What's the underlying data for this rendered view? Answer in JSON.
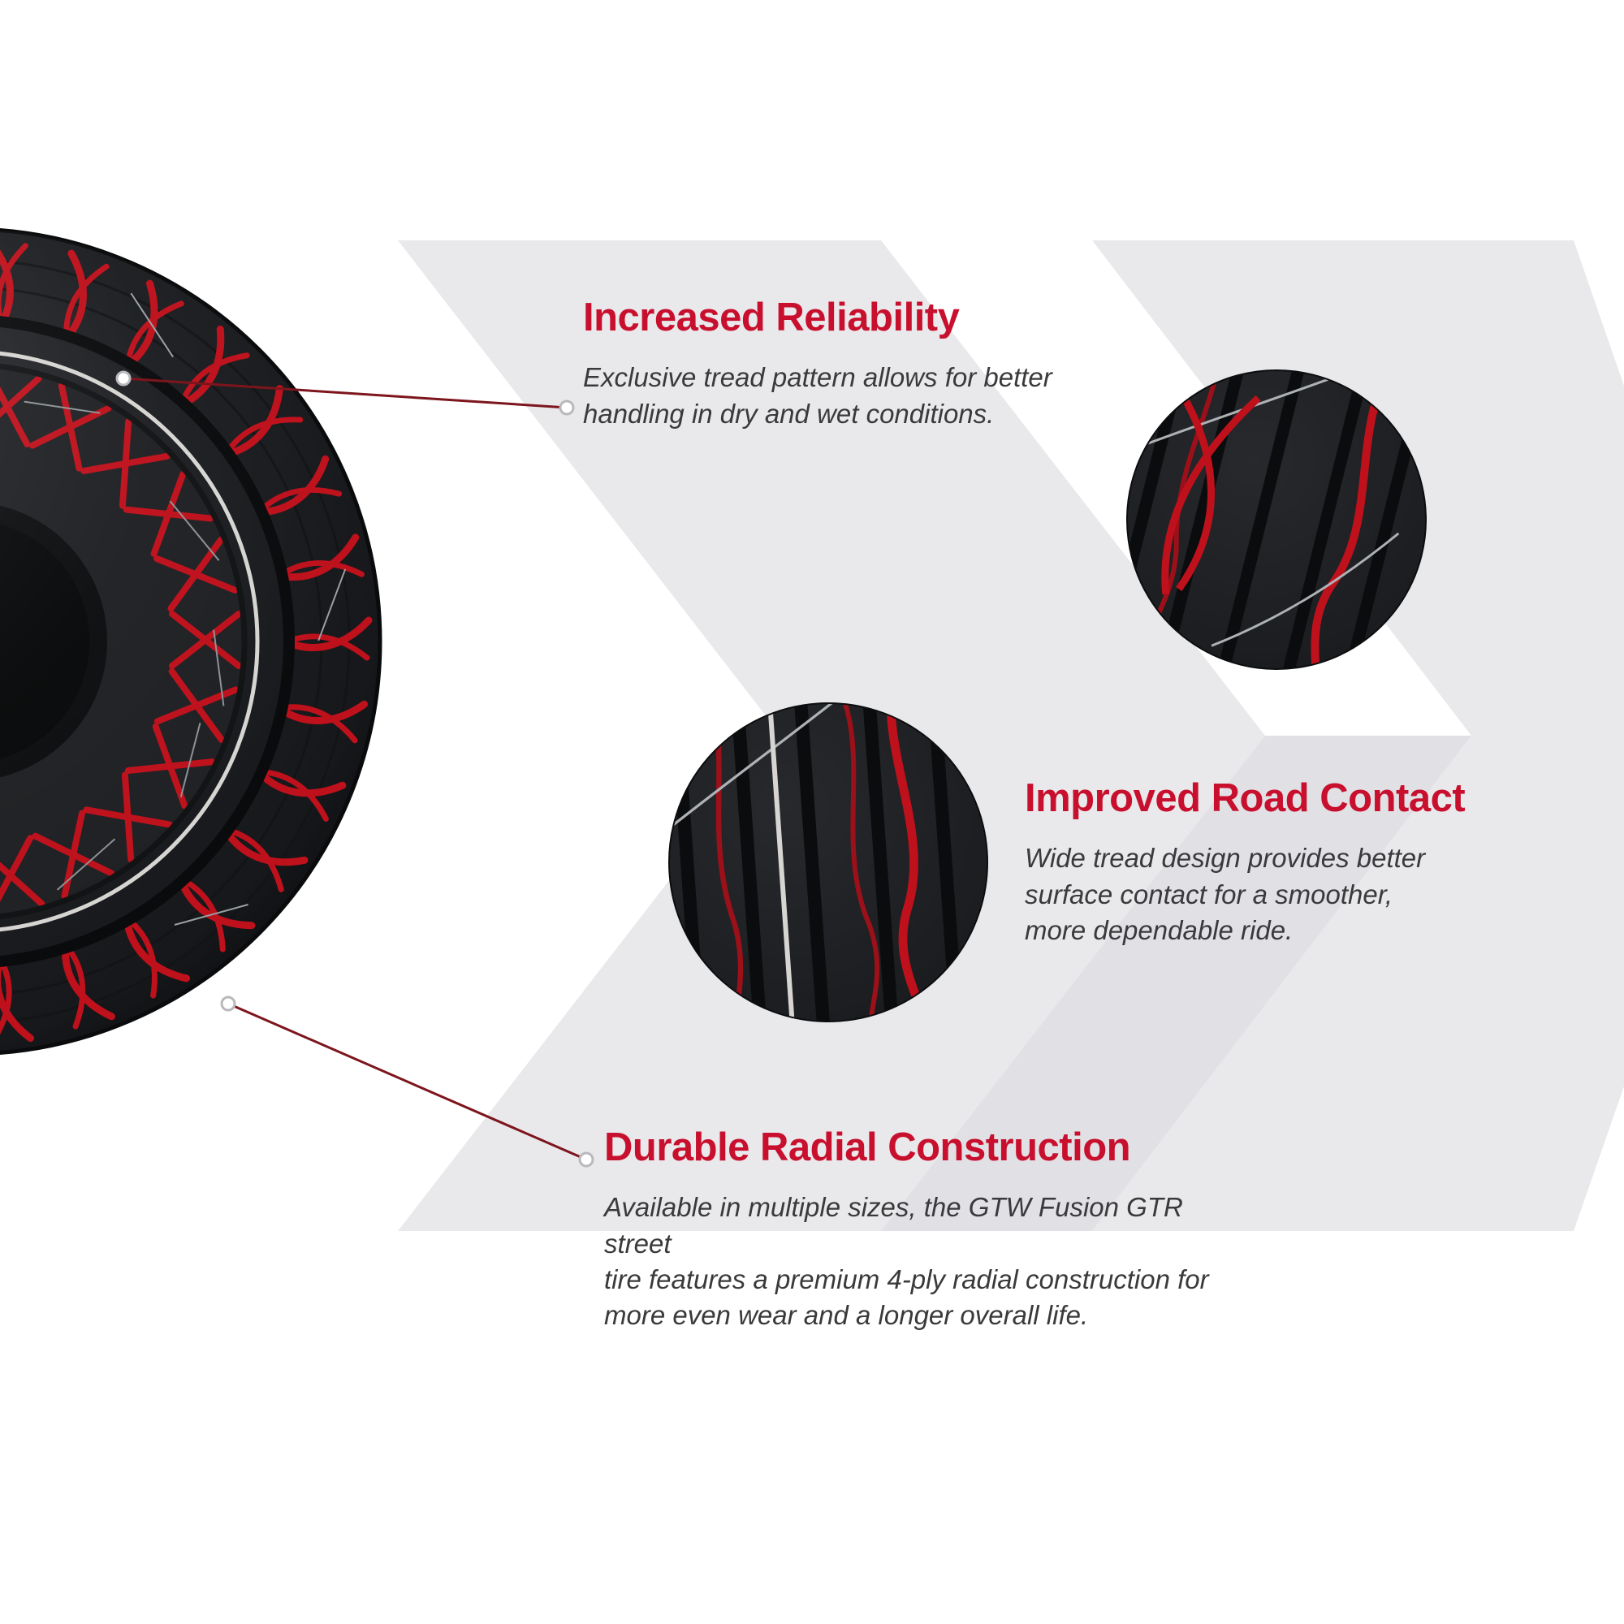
{
  "page": {
    "background": "#ffffff",
    "product": "tire-infographic"
  },
  "colors": {
    "accent_red": "#c8102e",
    "tread_red": "#be111c",
    "body_text": "#3a3a3c",
    "tire_dark": "#1d1f22",
    "chevron_gray": "#e9e9ec",
    "chevron_gray_dark": "#e0e0e5",
    "pinstripe_white": "#d6d5d2"
  },
  "callouts": [
    {
      "id": "reliability",
      "title": "Increased Reliability",
      "body": "Exclusive tread pattern allows for better\nhandling in dry and wet conditions."
    },
    {
      "id": "road-contact",
      "title": "Improved Road Contact",
      "body": "Wide tread design provides better\nsurface contact for a smoother,\nmore dependable ride."
    },
    {
      "id": "radial-construction",
      "title": "Durable Radial Construction",
      "body": "Available in multiple sizes, the GTW Fusion GTR street\ntire features a premium 4-ply radial construction for\nmore even wear and a longer overall life."
    }
  ],
  "graphics": {
    "tire": "tire-photo-left",
    "inset_top_right": "tread-zoom-circle",
    "inset_center": "tread-zoom-circle",
    "background_shapes": "gray-chevrons",
    "callout_lines": 2
  }
}
